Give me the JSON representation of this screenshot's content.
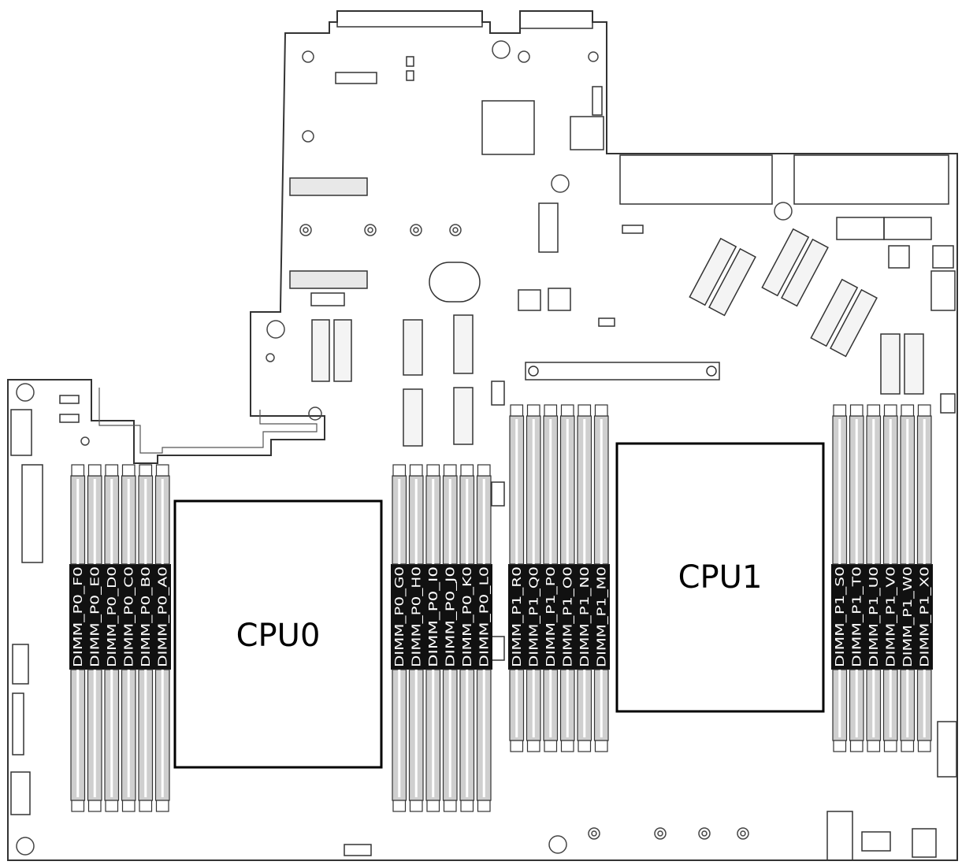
{
  "cpus": [
    {
      "id": "cpu0",
      "label": "CPU0"
    },
    {
      "id": "cpu1",
      "label": "CPU1"
    }
  ],
  "dimm_banks": [
    {
      "id": "bank-cpu0-left",
      "slots": [
        "DIMM_P0_F0",
        "DIMM_P0_E0",
        "DIMM_P0_D0",
        "DIMM_P0_C0",
        "DIMM_P0_B0",
        "DIMM_P0_A0"
      ]
    },
    {
      "id": "bank-cpu0-right",
      "slots": [
        "DIMM_P0_G0",
        "DIMM_P0_H0",
        "DIMM_P0_I0",
        "DIMM_P0_J0",
        "DIMM_P0_K0",
        "DIMM_P0_L0"
      ]
    },
    {
      "id": "bank-cpu1-left",
      "slots": [
        "DIMM_P1_R0",
        "DIMM_P1_Q0",
        "DIMM_P1_P0",
        "DIMM_P1_O0",
        "DIMM_P1_N0",
        "DIMM_P1_M0"
      ]
    },
    {
      "id": "bank-cpu1-right",
      "slots": [
        "DIMM_P1_S0",
        "DIMM_P1_T0",
        "DIMM_P1_U0",
        "DIMM_P1_V0",
        "DIMM_P1_W0",
        "DIMM_P1_X0"
      ]
    }
  ],
  "colors": {
    "outline": "#333333",
    "label_band": "#111111",
    "dimm_fill": "#cfcfcf"
  }
}
